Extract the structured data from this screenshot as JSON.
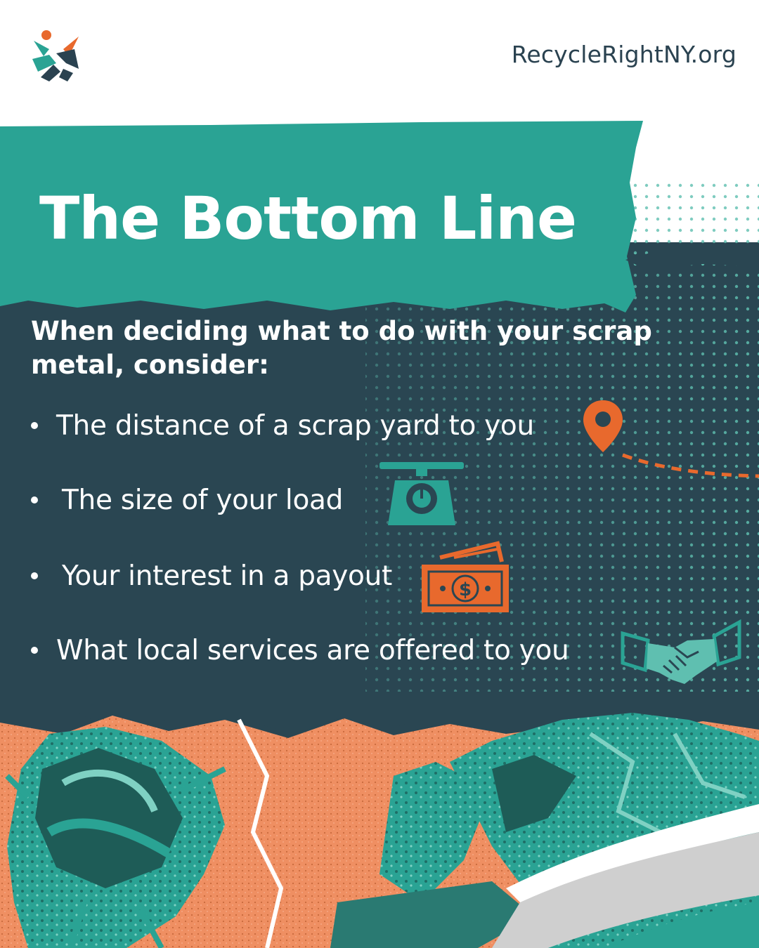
{
  "header": {
    "logo_icon": "recycle-right-ny-logo-icon",
    "site_url": "RecycleRightNY.org"
  },
  "title": "The Bottom Line",
  "intro": "When deciding what to do with your scrap metal, consider:",
  "bullets": [
    {
      "text": "The distance of a scrap yard to you",
      "icon": "location-pin-icon"
    },
    {
      "text": "The size of your load",
      "icon": "kitchen-scale-icon"
    },
    {
      "text": "Your interest in a payout",
      "icon": "dollar-bill-icon"
    },
    {
      "text": "What local services are offered to you",
      "icon": "handshake-icon"
    }
  ],
  "colors": {
    "teal": "#2aa394",
    "dark_slate": "#2a4652",
    "orange": "#e8692d",
    "light_orange": "#ef8f62",
    "navy": "#2a4250",
    "white": "#ffffff"
  },
  "decorations": {
    "background_scene": "scrap-metal-pile-collage-icon"
  }
}
